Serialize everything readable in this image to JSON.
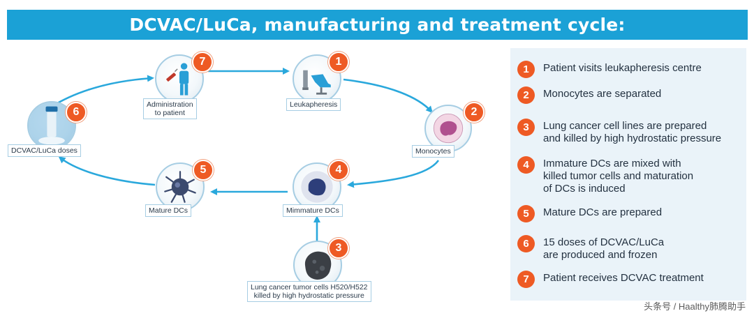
{
  "title": "DCVAC/LuCa, manufacturing and treatment cycle:",
  "nodes": [
    {
      "num": "1",
      "label": "Leukapheresis",
      "icon": "leukapheresis-chair-icon"
    },
    {
      "num": "2",
      "label": "Monocytes",
      "icon": "monocyte-cell-icon"
    },
    {
      "num": "3",
      "label": "Lung cancer tumor cells H520/H522\nkilled by high hydrostatic pressure",
      "icon": "tumor-cell-icon"
    },
    {
      "num": "4",
      "label": "Mimmature DCs",
      "icon": "immature-dc-icon"
    },
    {
      "num": "5",
      "label": "Mature DCs",
      "icon": "mature-dc-icon"
    },
    {
      "num": "6",
      "label": "DCVAC/LuCa doses",
      "icon": "cryo-vial-icon"
    },
    {
      "num": "7",
      "label": "Administration\nto patient",
      "icon": "patient-syringe-icon"
    }
  ],
  "legend": [
    {
      "num": "1",
      "text": "Patient visits leukapheresis centre"
    },
    {
      "num": "2",
      "text": "Monocytes are separated"
    },
    {
      "num": "3",
      "text": "Lung cancer cell lines are prepared\nand killed by high hydrostatic pressure"
    },
    {
      "num": "4",
      "text": "Immature DCs are mixed with\nkilled tumor cells and maturation\nof DCs is induced"
    },
    {
      "num": "5",
      "text": "Mature DCs are prepared"
    },
    {
      "num": "6",
      "text": "15 doses of DCVAC/LuCa\nare produced and frozen"
    },
    {
      "num": "7",
      "text": "Patient receives DCVAC treatment"
    }
  ],
  "watermark": "头条号 / Haalthy肺腾助手",
  "colors": {
    "title_bar": "#1ba1d6",
    "badge": "#ee5a24",
    "arrow": "#2aa8dc",
    "legend_bg": "#eaf3f9"
  }
}
